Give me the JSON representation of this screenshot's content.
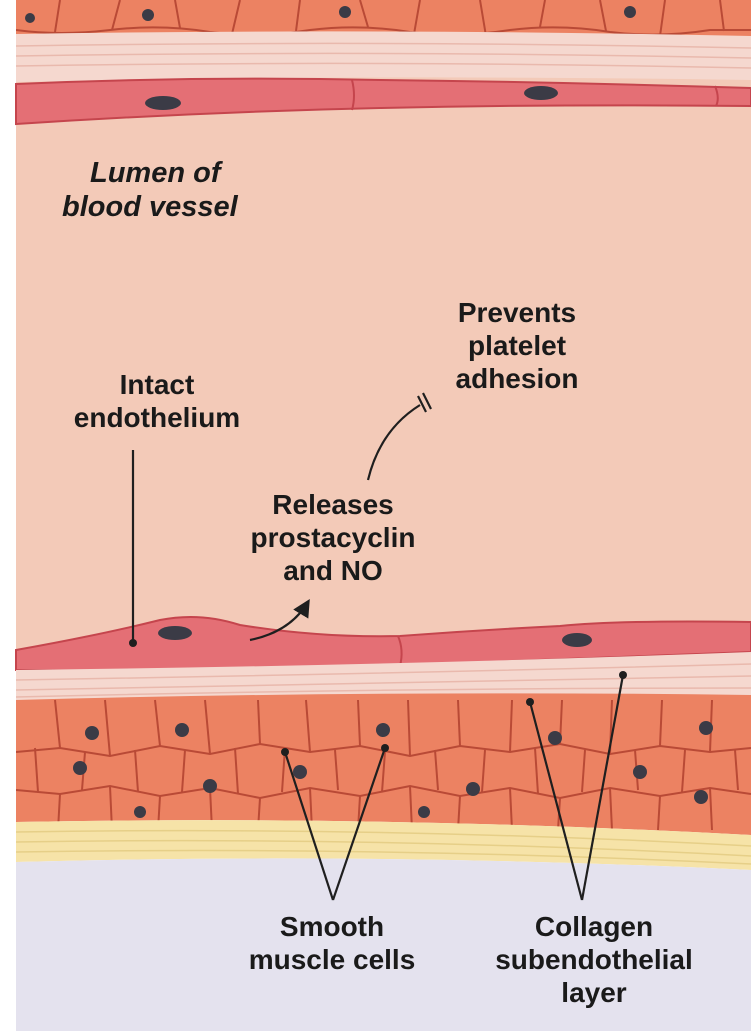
{
  "labels": {
    "lumen": {
      "line1": "Lumen of",
      "line2": "blood vessel"
    },
    "intact": {
      "line1": "Intact",
      "line2": "endothelium"
    },
    "prevents": {
      "line1": "Prevents",
      "line2": "platelet",
      "line3": "adhesion"
    },
    "releases": {
      "line1": "Releases",
      "line2": "prostacyclin",
      "line3": "and NO"
    },
    "smooth": {
      "line1": "Smooth",
      "line2": "muscle cells"
    },
    "collagen": {
      "line1": "Collagen",
      "line2": "subendothelial",
      "line3": "layer"
    }
  },
  "colors": {
    "lumen": "#f3cab8",
    "endothelium": "#e46f75",
    "endothelium_dark": "#c5454d",
    "nucleus": "#3b3b46",
    "smooth_muscle": "#ec8262",
    "collagen": "#f5d8cf",
    "outer_layer": "#f6e3a8",
    "background_tissue": "#e4e2ee",
    "line": "#1f1f1f"
  }
}
